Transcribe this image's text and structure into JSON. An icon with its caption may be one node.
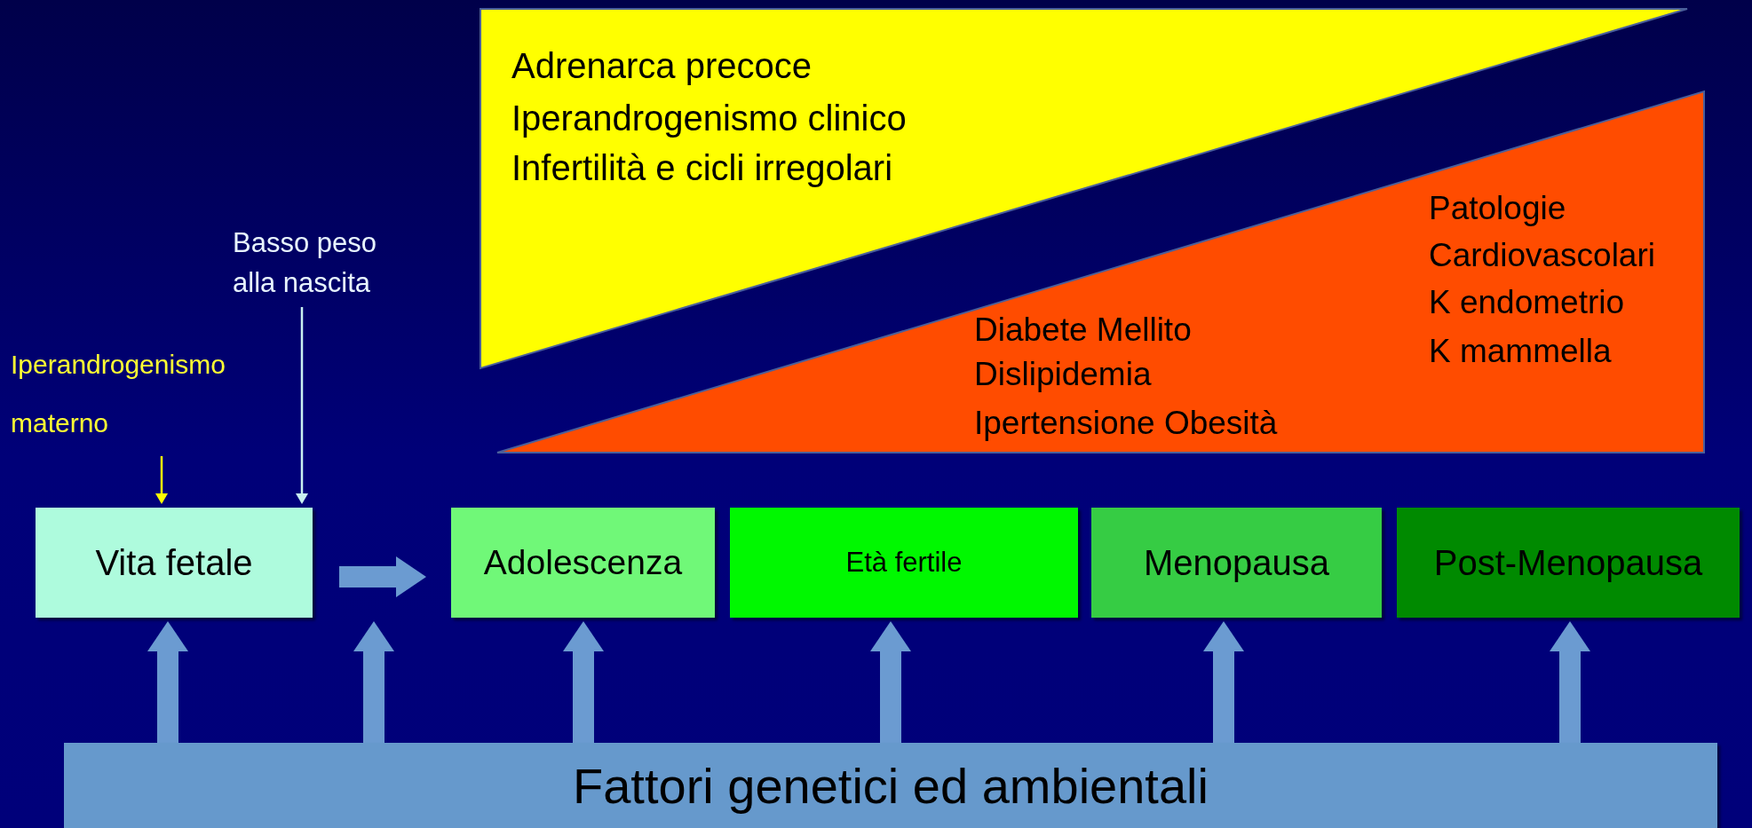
{
  "diagram": {
    "nodes": [
      {
        "text": [
          "Adrenarca precoce",
          "Iperandrogenismo clinico",
          "Infertilità e cicli irregolari"
        ]
      },
      {
        "text": [
          "Diabete Mellito",
          "Dislipidemia",
          "Ipertensione Obesità",
          "Patologie Cardiovascolari",
          "K endometrio",
          "K mammella"
        ]
      },
      {
        "text": [
          "Basso peso alla nascita"
        ]
      },
      {
        "text": [
          "Iperandrogenismo materno"
        ]
      },
      {
        "text": [
          "Vita fetale"
        ]
      },
      {
        "text": [
          "Adolescenza"
        ]
      },
      {
        "text": [
          "Età fertile"
        ]
      },
      {
        "text": [
          "Menopausa"
        ]
      },
      {
        "text": [
          "Post-Menopausa"
        ]
      },
      {
        "text": [
          "Fattori genetici ed ambientali"
        ]
      }
    ],
    "edges": [
      {
        "from": 3,
        "to": 4,
        "arrow": "to",
        "color": "#ffff00"
      },
      {
        "from": 2,
        "to": 4,
        "arrow": "to",
        "color": "#c8f0f0"
      },
      {
        "from": 4,
        "to": 5,
        "arrow": "to"
      },
      {
        "from": 9,
        "to": 4,
        "arrow": "to"
      },
      {
        "from": 9,
        "to": 4,
        "arrow": "to"
      },
      {
        "from": 9,
        "to": 5,
        "arrow": "to"
      },
      {
        "from": 9,
        "to": 6,
        "arrow": "to"
      },
      {
        "from": 9,
        "to": 7,
        "arrow": "to"
      },
      {
        "from": 9,
        "to": 8,
        "arrow": "to"
      }
    ]
  }
}
